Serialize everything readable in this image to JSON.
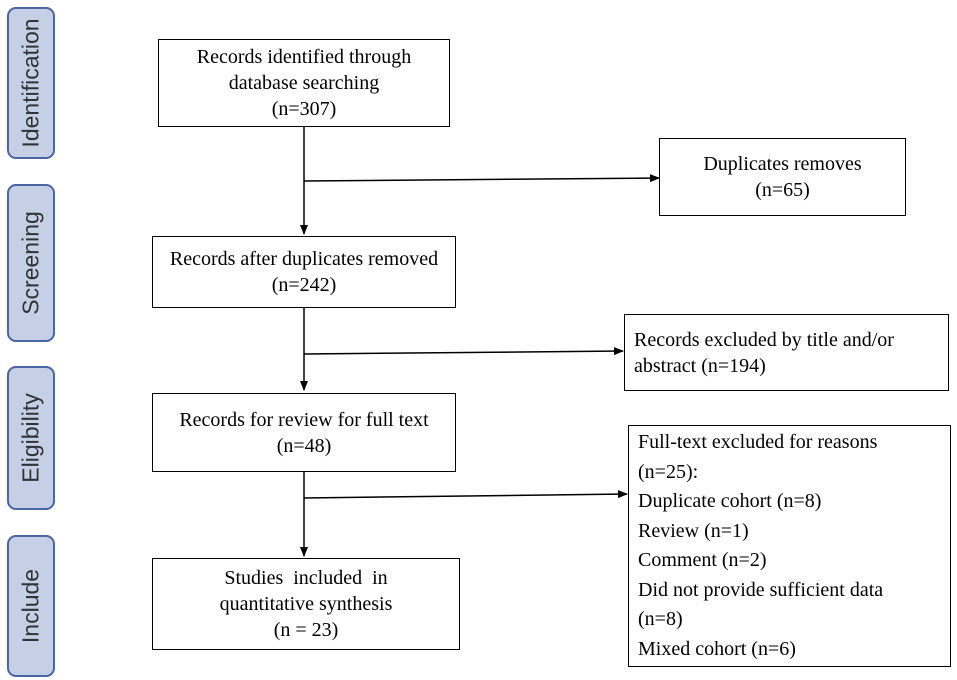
{
  "stages": {
    "identification": "Identification",
    "screening": "Screening",
    "eligibility": "Eligibility",
    "include": "Include"
  },
  "boxes": {
    "identified": {
      "line1": "Records identified through",
      "line2": "database searching",
      "line3": "(n=307)"
    },
    "duplicates": {
      "line1": "Duplicates removes",
      "line2": "(n=65)"
    },
    "after_duplicates": {
      "line1": "Records after duplicates removed",
      "line2": "(n=242)"
    },
    "excluded_title": {
      "line1": "Records excluded by title and/or",
      "line2": "abstract (n=194)"
    },
    "full_text_review": {
      "line1": "Records for review for full text",
      "line2": "(n=48)"
    },
    "full_text_excluded": {
      "line1": "Full-text excluded for reasons",
      "line2": "(n=25):",
      "line3": "Duplicate cohort (n=8)",
      "line4": "Review (n=1)",
      "line5": "Comment (n=2)",
      "line6": "Did not provide sufficient data",
      "line7": "(n=8)",
      "line8": "Mixed cohort (n=6)"
    },
    "included": {
      "line1": "Studies  included  in",
      "line2": "quantitative synthesis",
      "line3": "(n = 23)"
    }
  },
  "colors": {
    "stage_fill": "#c5cfe6",
    "stage_border": "#4a64a4",
    "stage_text": "#333333",
    "line": "#000000"
  }
}
